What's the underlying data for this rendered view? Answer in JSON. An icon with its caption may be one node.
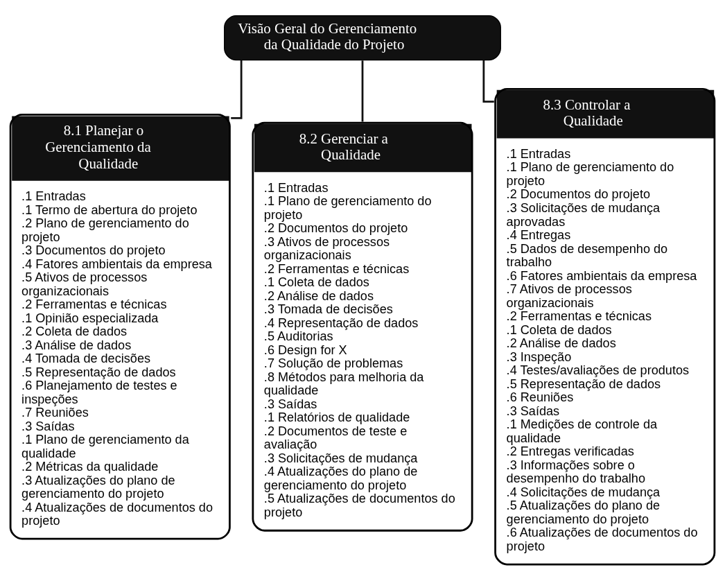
{
  "diagram": {
    "nodes": [
      {
        "text": [
          "Visão Geral do Gerenciamento da Qualidade do Projeto"
        ]
      },
      {
        "text": [
          "8.1 Planejar o Gerenciamento da Qualidade",
          ".1 Entradas",
          ".1 Termo de abertura do projeto",
          ".2 Plano de gerenciamento do projeto",
          ".3 Documentos do projeto",
          ".4 Fatores ambientais da empresa",
          ".5 Ativos de processos organizacionais",
          ".2 Ferramentas e técnicas",
          ".1 Opinião especializada",
          ".2 Coleta de dados",
          ".3 Análise de dados",
          ".4 Tomada de decisões",
          ".5 Representação de dados",
          ".6 Planejamento de testes e inspeções",
          ".7 Reuniões",
          ".3 Saídas",
          ".1 Plano de gerenciamento da qualidade",
          ".2 Métricas da qualidade",
          ".3 Atualizações do plano de gerenciamento do projeto",
          ".4 Atualizações de documentos do projeto"
        ]
      },
      {
        "text": [
          "8.2 Gerenciar a Qualidade",
          ".1 Entradas",
          ".1 Plano de gerenciamento do projeto",
          ".2 Documentos do projeto",
          ".3 Ativos de processos organizacionais",
          ".2 Ferramentas e técnicas",
          ".1 Coleta de dados",
          ".2 Análise de dados",
          ".3 Tomada de decisões",
          ".4 Representação de dados",
          ".5 Auditorias",
          ".6 Design for X",
          ".7 Solução de problemas",
          ".8 Métodos para melhoria da qualidade",
          ".3 Saídas",
          ".1 Relatórios de qualidade",
          ".2 Documentos de teste e avaliação",
          ".3 Solicitações de mudança",
          ".4 Atualizações do plano de gerenciamento do projeto",
          ".5 Atualizações de documentos do projeto"
        ]
      },
      {
        "text": [
          "8.3 Controlar a Qualidade",
          ".1 Entradas",
          ".1 Plano de gerenciamento do projeto",
          ".2 Documentos do projeto",
          ".3 Solicitações de mudança aprovadas",
          ".4 Entregas",
          ".5 Dados de desempenho do trabalho",
          ".6 Fatores ambientais da empresa",
          ".7 Ativos de processos organizacionais",
          ".2 Ferramentas e técnicas",
          ".1 Coleta de dados",
          ".2 Análise de dados",
          ".3 Inspeção",
          ".4 Testes/avaliações de produtos",
          ".5 Representação de dados",
          ".6 Reuniões",
          ".3 Saídas",
          ".1 Medições de controle da qualidade",
          ".2 Entregas verificadas",
          ".3 Informações sobre o desempenho do trabalho",
          ".4 Solicitações de mudança",
          ".5 Atualizações do plano de gerenciamento do projeto",
          ".6 Atualizações de documentos do projeto"
        ]
      }
    ],
    "edges": [
      {
        "from": 0,
        "to": 1,
        "arrow": "none"
      },
      {
        "from": 0,
        "to": 2,
        "arrow": "none"
      },
      {
        "from": 0,
        "to": 3,
        "arrow": "none"
      }
    ]
  }
}
